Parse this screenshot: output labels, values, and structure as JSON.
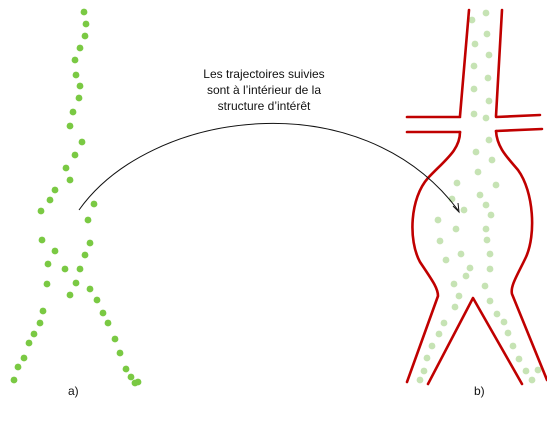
{
  "annotation": {
    "lines": [
      "Les trajectoires suivies",
      "sont à l’intérieur de la",
      "structure d’intérêt"
    ]
  },
  "panels": {
    "a": {
      "label": "a)"
    },
    "b": {
      "label": "b)"
    }
  },
  "colors": {
    "trajectory_dots": "#7ac943",
    "faded_dots": "#c6e3b4",
    "vessel_wall": "#c00000",
    "arrow": "#111111"
  },
  "icons": {
    "arrow": "curved-arrow-icon"
  }
}
